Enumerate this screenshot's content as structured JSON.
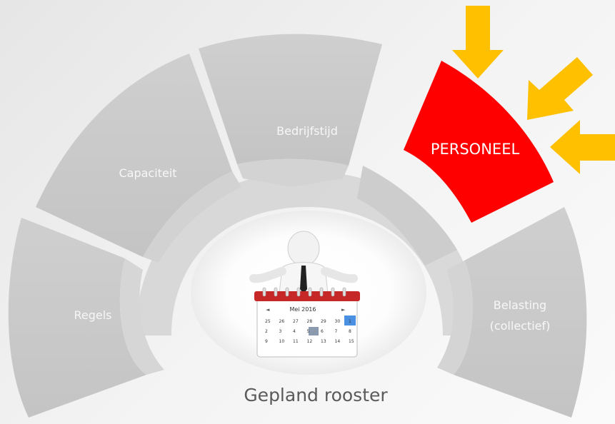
{
  "segments": {
    "regels": "Regels",
    "capaciteit": "Capaciteit",
    "bedrijfstijd": "Bedrijfstijd",
    "personeel": "PERSONEEL",
    "belasting_line1": "Belasting",
    "belasting_line2": "(collectief)"
  },
  "center": {
    "title": "Gepland rooster",
    "calendar_month": "Mei 2016",
    "calendar_rows": [
      [
        "25",
        "26",
        "27",
        "28",
        "29",
        "30",
        "1"
      ],
      [
        "2",
        "3",
        "4",
        "5",
        "6",
        "7",
        "8"
      ],
      [
        "9",
        "10",
        "11",
        "12",
        "13",
        "14",
        "15"
      ]
    ]
  },
  "colors": {
    "segment_gray": "#c8c8c8",
    "personeel_red": "#ff0000",
    "arrow_gold": "#ffc000"
  },
  "icons": {
    "person": "presenter-figure-icon",
    "calendar": "calendar-icon",
    "arrows": "arrow-icon"
  }
}
